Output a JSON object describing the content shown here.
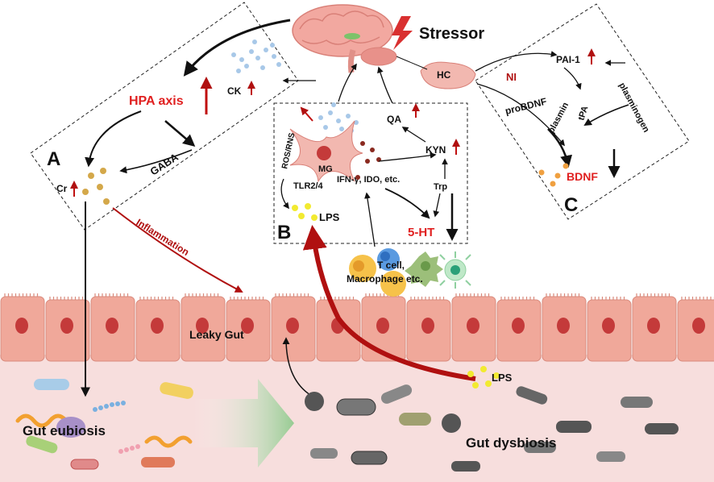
{
  "labels": {
    "stressor": "Stressor",
    "hpa_axis": "HPA axis",
    "ck": "CK",
    "gaba": "GABA",
    "panel_a": "A",
    "cr": "Cr",
    "panel_b": "B",
    "ros_rns": "ROS/RNS",
    "mg": "MG",
    "tlr": "TLR2/4",
    "ifn": "IFN-γ, IDO, etc.",
    "lps_brain": "LPS",
    "qa": "QA",
    "kyn": "KYN",
    "trp": "Trp",
    "five_ht": "5-HT",
    "hc": "HC",
    "ni": "NI",
    "pai1": "PAI-1",
    "tpa": "tPA",
    "plasminogen": "plasminogen",
    "probdnf": "proBDNF",
    "plasmin": "plasmin",
    "bdnf": "BDNF",
    "panel_c": "C",
    "inflammation": "Inflammation",
    "tcell": "T cell,",
    "macrophage": "Macrophage etc.",
    "leaky_gut": "Leaky Gut",
    "lps_gut": "LPS",
    "gut_eubiosis": "Gut eubiosis",
    "gut_dysbiosis": "Gut dysbiosis"
  },
  "colors": {
    "red_text": "#e02020",
    "dark_red": "#b01010",
    "epithelium": "#f0a89a",
    "nucleus": "#c43a3a",
    "gut_bg": "#f7dedd",
    "bacteria_dark": "#555555"
  }
}
